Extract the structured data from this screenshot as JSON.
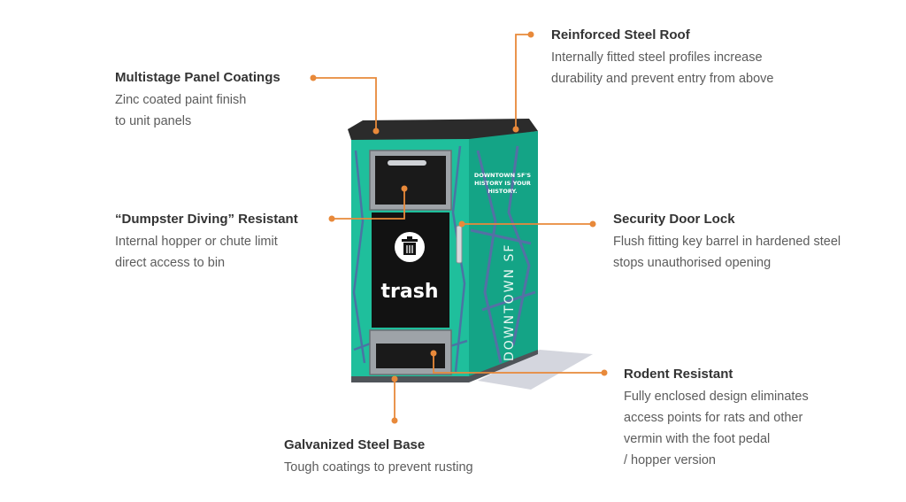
{
  "colors": {
    "accent": "#e8893a",
    "bin_teal": "#1fbf9c",
    "bin_side": "#14a486",
    "roof": "#2b2b2b",
    "panel_dark": "#121212",
    "title_text": "#333333",
    "body_text": "#5c5c5c"
  },
  "bin": {
    "front_label": "trash",
    "front_icon": "trash-can-icon",
    "side_text_main": "DOWNTOWN SF",
    "side_text_small": [
      "DOWNTOWN SF'S",
      "HISTORY IS YOUR",
      "HISTORY."
    ]
  },
  "callouts": {
    "roof": {
      "title": "Reinforced Steel Roof",
      "lines": [
        "Internally fitted steel profiles increase",
        "durability and prevent entry from above"
      ]
    },
    "coatings": {
      "title": "Multistage Panel Coatings",
      "lines": [
        "Zinc coated paint finish",
        "to unit panels"
      ]
    },
    "diving": {
      "title": "“Dumpster Diving” Resistant",
      "lines": [
        "Internal hopper or chute limit",
        "direct access to bin"
      ]
    },
    "lock": {
      "title": "Security Door Lock",
      "lines": [
        "Flush fitting key barrel in hardened steel",
        "stops unauthorised opening"
      ]
    },
    "rodent": {
      "title": "Rodent Resistant",
      "lines": [
        "Fully enclosed design eliminates",
        "access points for rats and other",
        "vermin with the foot pedal",
        "/ hopper version"
      ]
    },
    "base": {
      "title": "Galvanized Steel Base",
      "lines": [
        "Tough coatings to prevent rusting"
      ]
    }
  }
}
